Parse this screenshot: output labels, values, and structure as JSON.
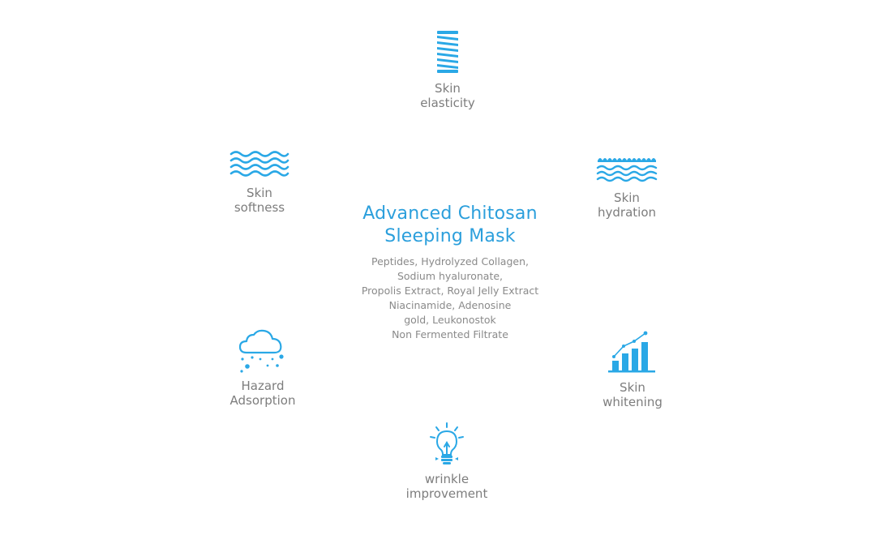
{
  "product": {
    "title_line1": "Advanced Chitosan",
    "title_line2": "Sleeping Mask",
    "ingredients": [
      "Peptides, Hydrolyzed Collagen,",
      "Sodium hyaluronate,",
      "Propolis Extract, Royal Jelly Extract",
      "Niacinamide, Adenosine",
      "gold, Leukonostok",
      "Non Fermented Filtrate"
    ]
  },
  "benefits": {
    "elasticity": {
      "line1": "Skin",
      "line2": "elasticity",
      "icon": "spring-icon"
    },
    "softness": {
      "line1": "Skin",
      "line2": "softness",
      "icon": "waves-icon"
    },
    "hydration": {
      "line1": "Skin",
      "line2": "hydration",
      "icon": "water-icon"
    },
    "hazard": {
      "line1": "Hazard",
      "line2": "Adsorption",
      "icon": "cloud-icon"
    },
    "whitening": {
      "line1": "Skin",
      "line2": "whitening",
      "icon": "bar-chart-icon"
    },
    "wrinkle": {
      "line1": "wrinkle",
      "line2": "improvement",
      "icon": "lightbulb-icon"
    }
  },
  "colors": {
    "accent": "#2b9fdc",
    "text": "#7d7d7d"
  }
}
